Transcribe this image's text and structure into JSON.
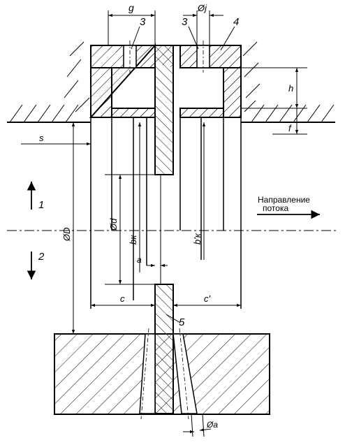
{
  "callouts": {
    "n1": "1",
    "n2": "2",
    "n3a": "3",
    "n3b": "3",
    "n4": "4",
    "n5": "5"
  },
  "dimensions": {
    "g": "g",
    "j": "Øj",
    "h": "h",
    "f": "f",
    "s": "s",
    "D": "ØD",
    "d": "Ød",
    "bk": "bк",
    "bk_prime": "b'к",
    "a": "a",
    "c": "c",
    "c_prime": "c'",
    "a_hole": "Øa"
  },
  "flow_label": {
    "line1": "Направление",
    "line2": "потока"
  }
}
